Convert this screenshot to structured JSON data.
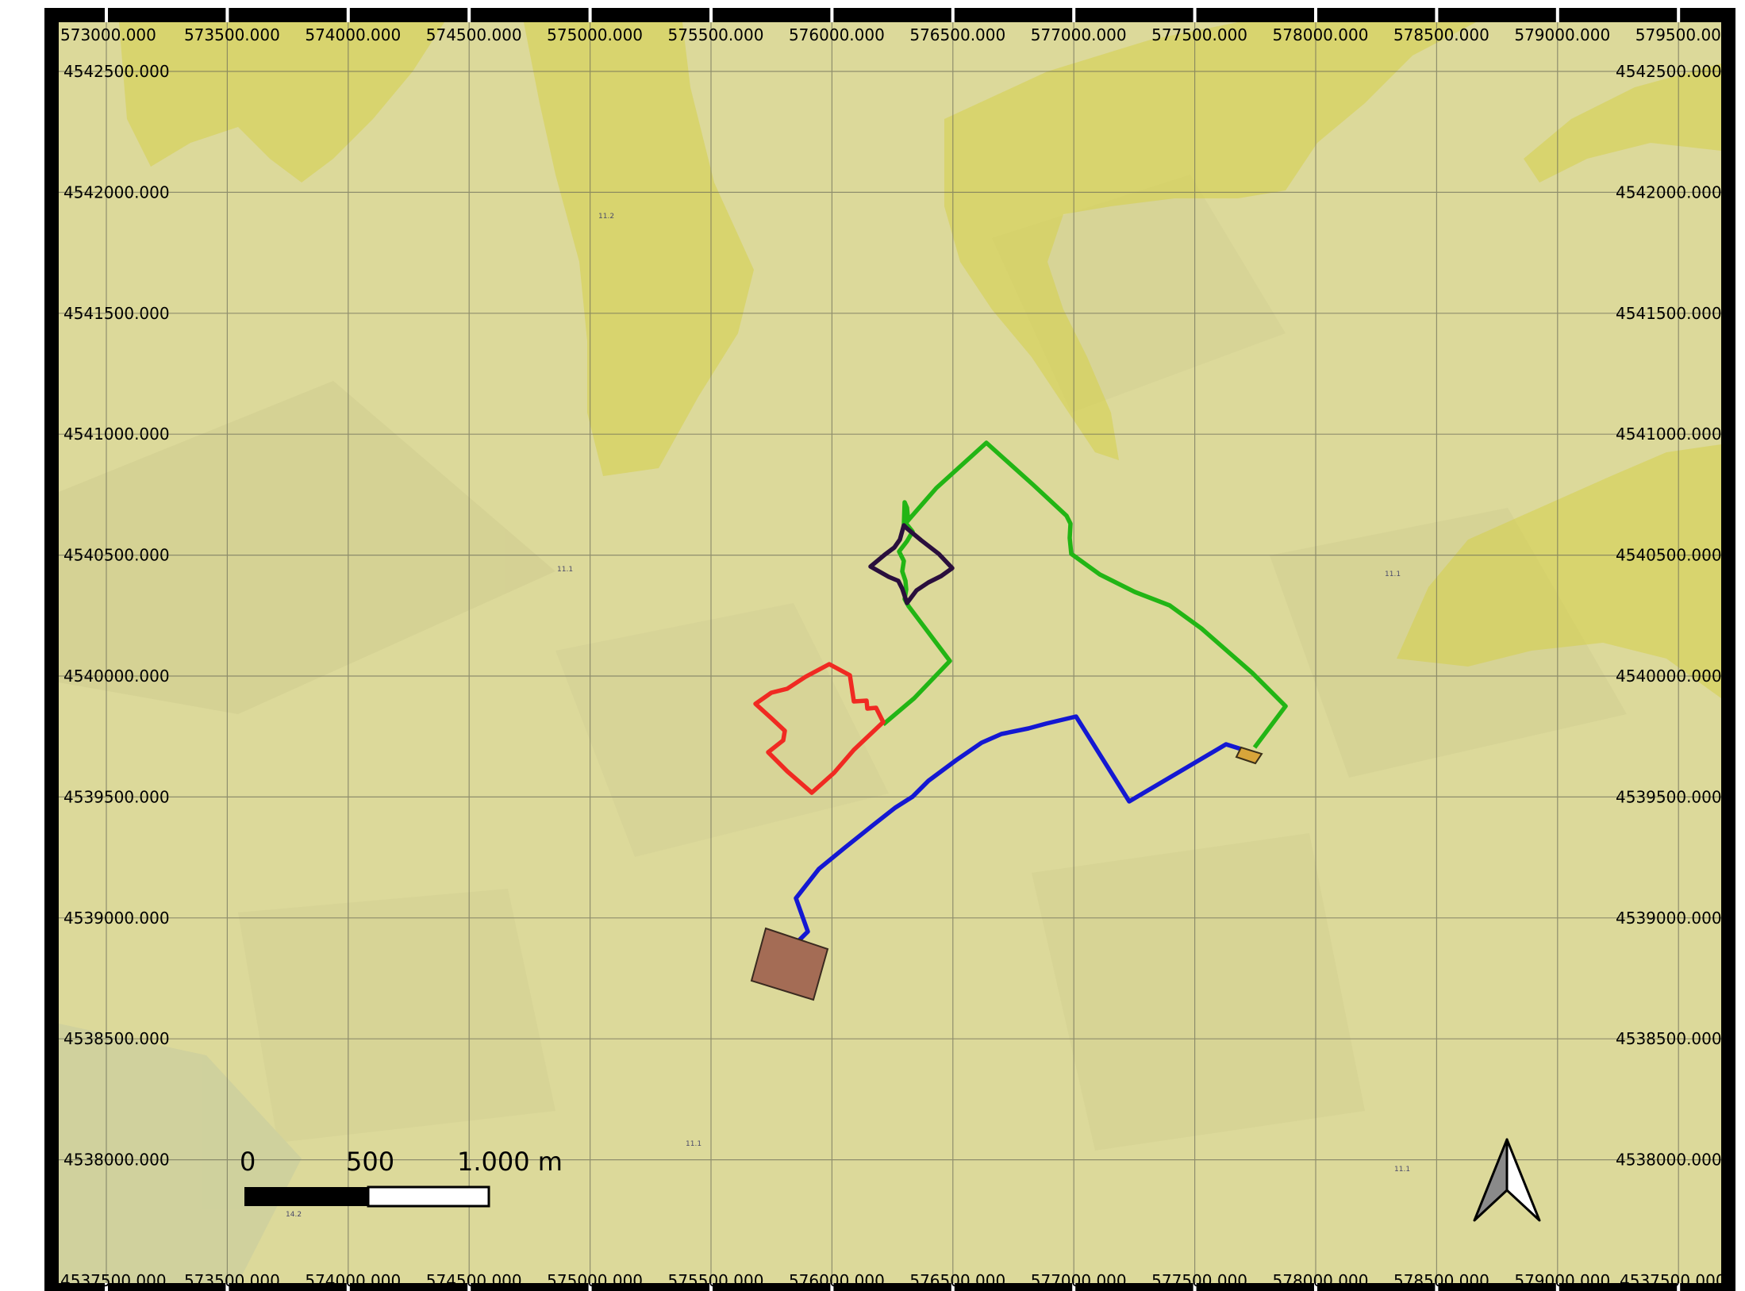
{
  "map": {
    "x_ticks": [
      "573000.000",
      "573500.000",
      "574000.000",
      "574500.000",
      "575000.000",
      "575500.000",
      "576000.000",
      "576500.000",
      "577000.000",
      "577500.000",
      "578000.000",
      "578500.000",
      "579000.000",
      "579500.000"
    ],
    "y_ticks": [
      "4542500.000",
      "4542000.000",
      "4541500.000",
      "4541000.000",
      "4540500.000",
      "4540000.000",
      "4539500.000",
      "4539000.000",
      "4538500.000",
      "4538000.000"
    ],
    "bottom_corner_label": "4537500.000",
    "zone_labels": [
      "11.2",
      "11.1",
      "11.1",
      "11.1",
      "11.1",
      "14.2"
    ]
  },
  "scale_bar": {
    "labels": [
      "0",
      "500",
      "1.000 m"
    ]
  },
  "north_arrow": {
    "icon": "north-arrow-icon"
  },
  "colors": {
    "basemap": "#dcd99a",
    "yellow_zone": "#d6cf4a",
    "green_route": "#22b515",
    "blue_route": "#1418d2",
    "red_parcel": "#f02a22",
    "dark_parcel": "#2a0f3d",
    "brown_parcel": "#a46c55",
    "substation": "#d8a53a"
  }
}
